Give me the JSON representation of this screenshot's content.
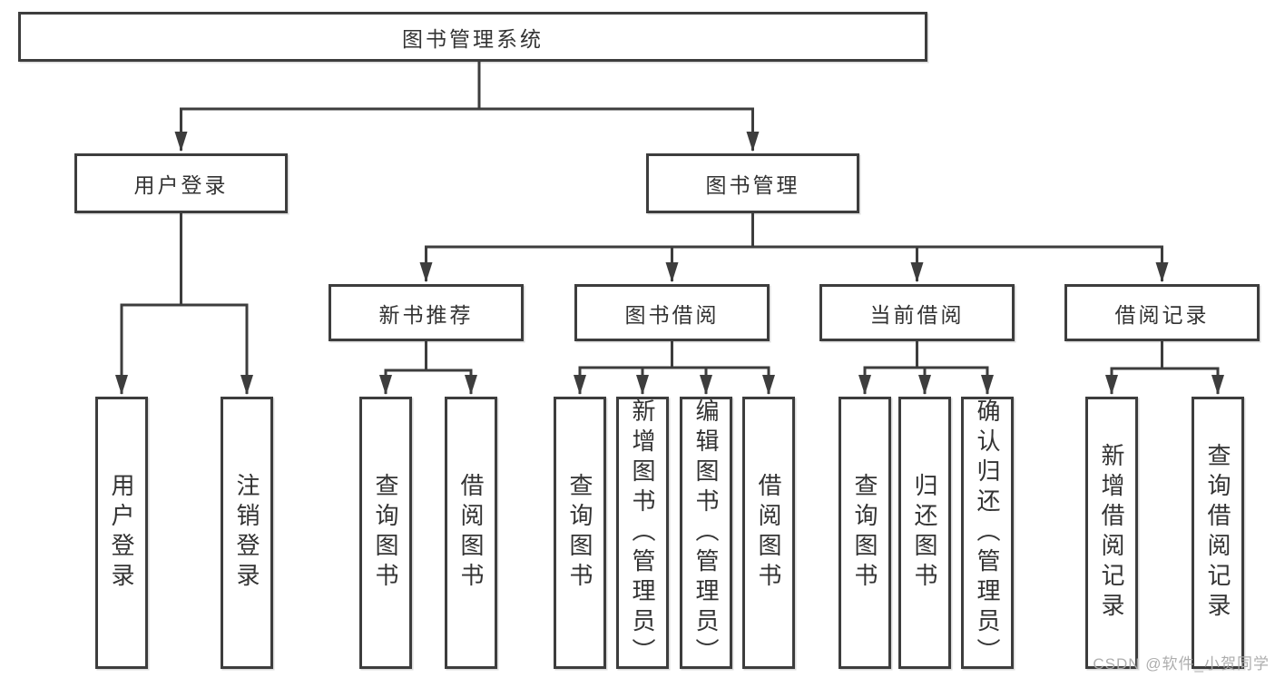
{
  "tree": {
    "label": "图书管理系统",
    "children": [
      {
        "label": "用户登录",
        "children": [
          {
            "label": "用户登录"
          },
          {
            "label": "注销登录"
          }
        ]
      },
      {
        "label": "图书管理",
        "children": [
          {
            "label": "新书推荐",
            "children": [
              {
                "label": "查询图书"
              },
              {
                "label": "借阅图书"
              }
            ]
          },
          {
            "label": "图书借阅",
            "children": [
              {
                "label": "查询图书"
              },
              {
                "label": "新增图书（管理员）"
              },
              {
                "label": "编辑图书（管理员）"
              },
              {
                "label": "借阅图书"
              }
            ]
          },
          {
            "label": "当前借阅",
            "children": [
              {
                "label": "查询图书"
              },
              {
                "label": "归还图书"
              },
              {
                "label": "确认归还（管理员）"
              }
            ]
          },
          {
            "label": "借阅记录",
            "children": [
              {
                "label": "新增借阅记录"
              },
              {
                "label": "查询借阅记录"
              }
            ]
          }
        ]
      }
    ]
  },
  "watermark": {
    "text": "CSDN @软件_小贺同学"
  },
  "colors": {
    "line": "#3d3d3d",
    "box_border": "#3d3d3d",
    "text": "#333333",
    "background": "#ffffff",
    "watermark": "#aaaaaa"
  }
}
